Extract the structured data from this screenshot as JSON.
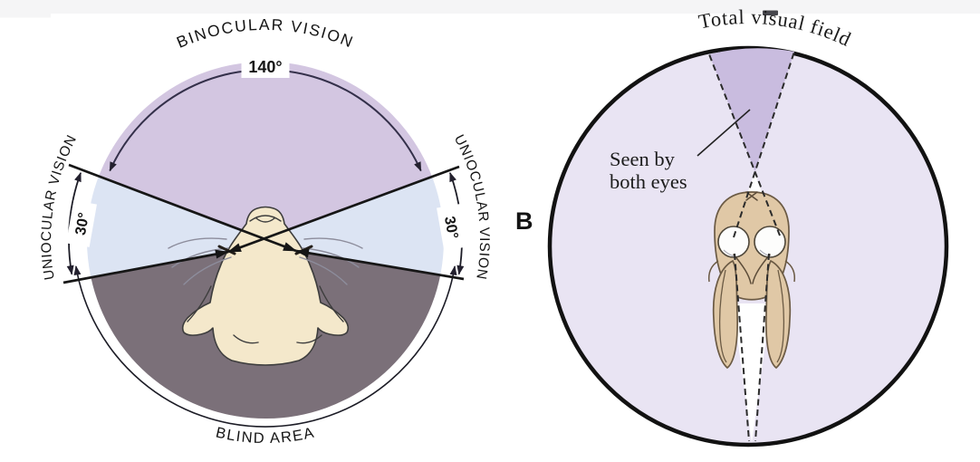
{
  "page": {
    "background": "#ffffff",
    "top_strip_color": "#f5f5f6"
  },
  "panel_a": {
    "labels": {
      "binocular": "BINOCULAR VISION",
      "uniocular_left": "UNIOCULAR VISION",
      "uniocular_right": "UNIOCULAR VISION",
      "blind": "BLIND AREA"
    },
    "angles": {
      "binocular": "140°",
      "uniocular_left": "30°",
      "uniocular_right": "30°"
    },
    "colors": {
      "binocular_field": "#d3c6e1",
      "uniocular_field": "#dce4f3",
      "blind_area": "#7b7079",
      "head": "#f4e8cb"
    }
  },
  "panel_b": {
    "title": "Total visual field",
    "callout": {
      "line1": "Seen by",
      "line2": "both eyes"
    },
    "watermark": "B",
    "colors": {
      "total_field": "#e9e4f3",
      "binocular_overlap": "#c9bcdf",
      "head": "#e0c8a6"
    }
  }
}
